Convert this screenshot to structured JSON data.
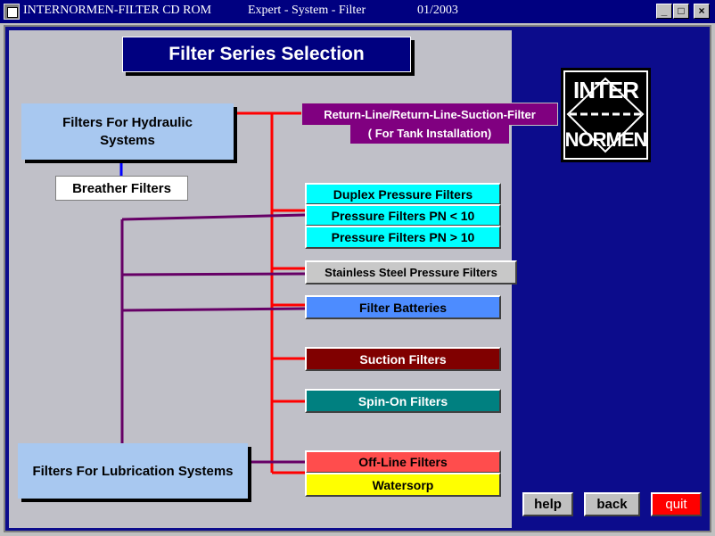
{
  "window": {
    "app_name": "INTERNORMEN-FILTER  CD ROM",
    "subtitle": "Expert - System - Filter",
    "date": "01/2003",
    "minimize": "_",
    "maximize": "□",
    "close": "×"
  },
  "page": {
    "title": "Filter Series Selection"
  },
  "categories": {
    "hydraulic": "Filters For Hydraulic Systems",
    "breather": "Breather Filters",
    "lubrication": "Filters For Lubrication Systems"
  },
  "filters": {
    "return_line": "Return-Line/Return-Line-Suction-Filter",
    "tank_installation": "( For Tank Installation)",
    "duplex": "Duplex Pressure Filters",
    "pressure_low": "Pressure Filters  PN  <  10",
    "pressure_high": "Pressure Filters  PN  >  10",
    "stainless": "Stainless Steel Pressure Filters",
    "batteries": "Filter Batteries",
    "suction": "Suction Filters",
    "spin_on": "Spin-On Filters",
    "off_line": "Off-Line Filters",
    "watersorp": "Watersorp"
  },
  "logo": {
    "line1": "INTER",
    "line2": "NORMEN"
  },
  "buttons": {
    "help": "help",
    "back": "back",
    "quit": "quit"
  },
  "colors": {
    "title_bar": "#000080",
    "hydraulic_line": "#ff0000",
    "lubrication_line": "#660066",
    "return_line_bg": "#800080",
    "pressure_bg": "#00ffff",
    "batteries_bg": "#4d8cff",
    "suction_bg": "#800000",
    "spin_on_bg": "#008080",
    "off_line_bg": "#ff4d4d",
    "watersorp_bg": "#ffff00",
    "quit_bg": "#ff0000"
  }
}
